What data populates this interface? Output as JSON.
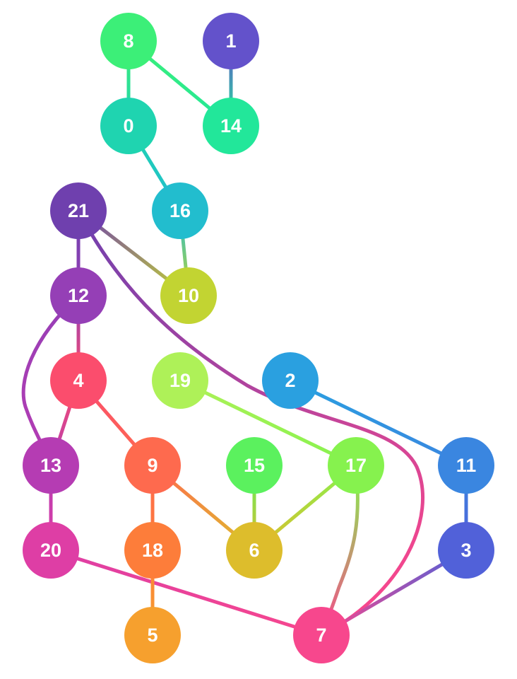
{
  "graph": {
    "nodes": [
      {
        "id": "8",
        "label": "8",
        "color": "#3cef78"
      },
      {
        "id": "1",
        "label": "1",
        "color": "#6352cb"
      },
      {
        "id": "0",
        "label": "0",
        "color": "#1fd4b0"
      },
      {
        "id": "14",
        "label": "14",
        "color": "#22e79a"
      },
      {
        "id": "21",
        "label": "21",
        "color": "#6f40ae"
      },
      {
        "id": "16",
        "label": "16",
        "color": "#22bdce"
      },
      {
        "id": "12",
        "label": "12",
        "color": "#953fb6"
      },
      {
        "id": "10",
        "label": "10",
        "color": "#c2d432"
      },
      {
        "id": "4",
        "label": "4",
        "color": "#fb4d6d"
      },
      {
        "id": "19",
        "label": "19",
        "color": "#aef158"
      },
      {
        "id": "2",
        "label": "2",
        "color": "#2aa0e0"
      },
      {
        "id": "13",
        "label": "13",
        "color": "#b53cb3"
      },
      {
        "id": "9",
        "label": "9",
        "color": "#fe6a4e"
      },
      {
        "id": "15",
        "label": "15",
        "color": "#5bf15e"
      },
      {
        "id": "17",
        "label": "17",
        "color": "#86f24e"
      },
      {
        "id": "11",
        "label": "11",
        "color": "#3a86e0"
      },
      {
        "id": "20",
        "label": "20",
        "color": "#de3ea5"
      },
      {
        "id": "18",
        "label": "18",
        "color": "#fd7d3a"
      },
      {
        "id": "6",
        "label": "6",
        "color": "#ddbd2c"
      },
      {
        "id": "3",
        "label": "3",
        "color": "#5161d9"
      },
      {
        "id": "5",
        "label": "5",
        "color": "#f6a02e"
      },
      {
        "id": "7",
        "label": "7",
        "color": "#f7478d"
      }
    ],
    "edges": [
      {
        "source": "8",
        "target": "0"
      },
      {
        "source": "8",
        "target": "14"
      },
      {
        "source": "1",
        "target": "14"
      },
      {
        "source": "0",
        "target": "16"
      },
      {
        "source": "16",
        "target": "10"
      },
      {
        "source": "21",
        "target": "10"
      },
      {
        "source": "21",
        "target": "12"
      },
      {
        "source": "21",
        "target": "7"
      },
      {
        "source": "12",
        "target": "4"
      },
      {
        "source": "12",
        "target": "13"
      },
      {
        "source": "4",
        "target": "13"
      },
      {
        "source": "4",
        "target": "9"
      },
      {
        "source": "19",
        "target": "17"
      },
      {
        "source": "2",
        "target": "11"
      },
      {
        "source": "11",
        "target": "3"
      },
      {
        "source": "3",
        "target": "7"
      },
      {
        "source": "13",
        "target": "20"
      },
      {
        "source": "20",
        "target": "7"
      },
      {
        "source": "9",
        "target": "18"
      },
      {
        "source": "9",
        "target": "6"
      },
      {
        "source": "18",
        "target": "5"
      },
      {
        "source": "15",
        "target": "6"
      },
      {
        "source": "17",
        "target": "6"
      },
      {
        "source": "17",
        "target": "7"
      }
    ]
  }
}
